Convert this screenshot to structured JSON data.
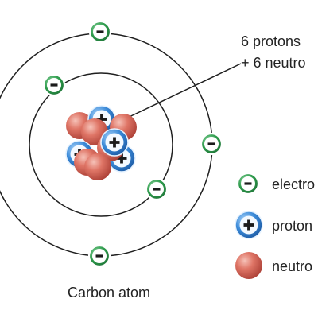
{
  "diagram": {
    "caption": "Carbon atom",
    "callout_line1": "6 protons",
    "callout_line2": "+ 6 neutro",
    "legend": {
      "electron": "electro",
      "proton": "proton",
      "neutron": "neutro"
    }
  },
  "colors": {
    "orbit": "#1f1f1f",
    "electron_fill": "#2e9b4c",
    "electron_ring": "#c7ebd0",
    "proton_fill": "#2f7fd1",
    "proton_ring": "#cfe6fb",
    "neutron_fill": "#d45c4e",
    "neutron_highlight": "#f3b0a4",
    "text": "#222222"
  },
  "icons": {
    "electron": "minus-sign-icon",
    "proton": "plus-sign-icon",
    "neutron": "plain-sphere-icon"
  }
}
